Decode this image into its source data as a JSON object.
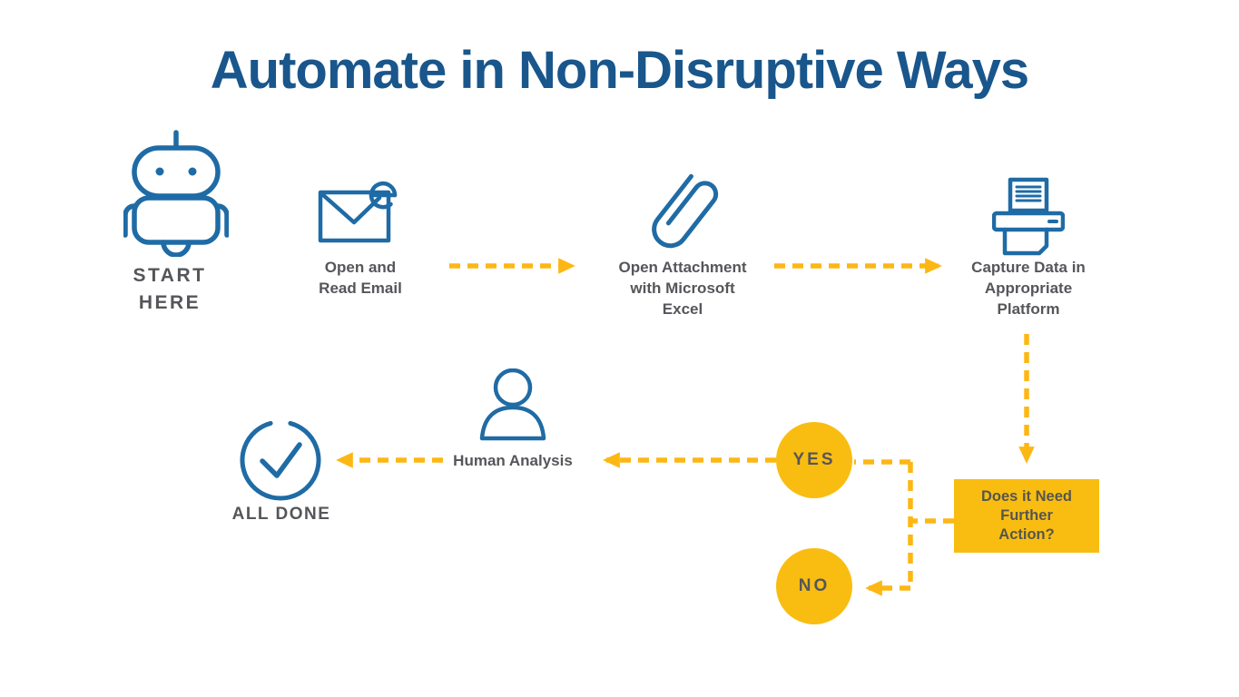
{
  "title": "Automate in Non-Disruptive Ways",
  "nodes": {
    "start": "START\nHERE",
    "step_email": "Open and\nRead Email",
    "step_attachment": "Open Attachment\nwith Microsoft\nExcel",
    "step_capture": "Capture Data in\nAppropriate\nPlatform",
    "decision": "Does it Need\nFurther\nAction?",
    "yes": "YES",
    "no": "NO",
    "human": "Human Analysis",
    "done": "ALL DONE"
  },
  "icons": {
    "start": "robot-icon",
    "step_email": "envelope-icon",
    "step_attachment": "paperclip-icon",
    "step_capture": "printer-icon",
    "human": "person-icon",
    "done": "check-circle-icon"
  },
  "colors": {
    "title_blue": "#19568C",
    "icon_blue": "#1F6BA5",
    "text_gray": "#55565A",
    "gold": "#F9BD12",
    "arrow_gold": "#FDB714"
  }
}
